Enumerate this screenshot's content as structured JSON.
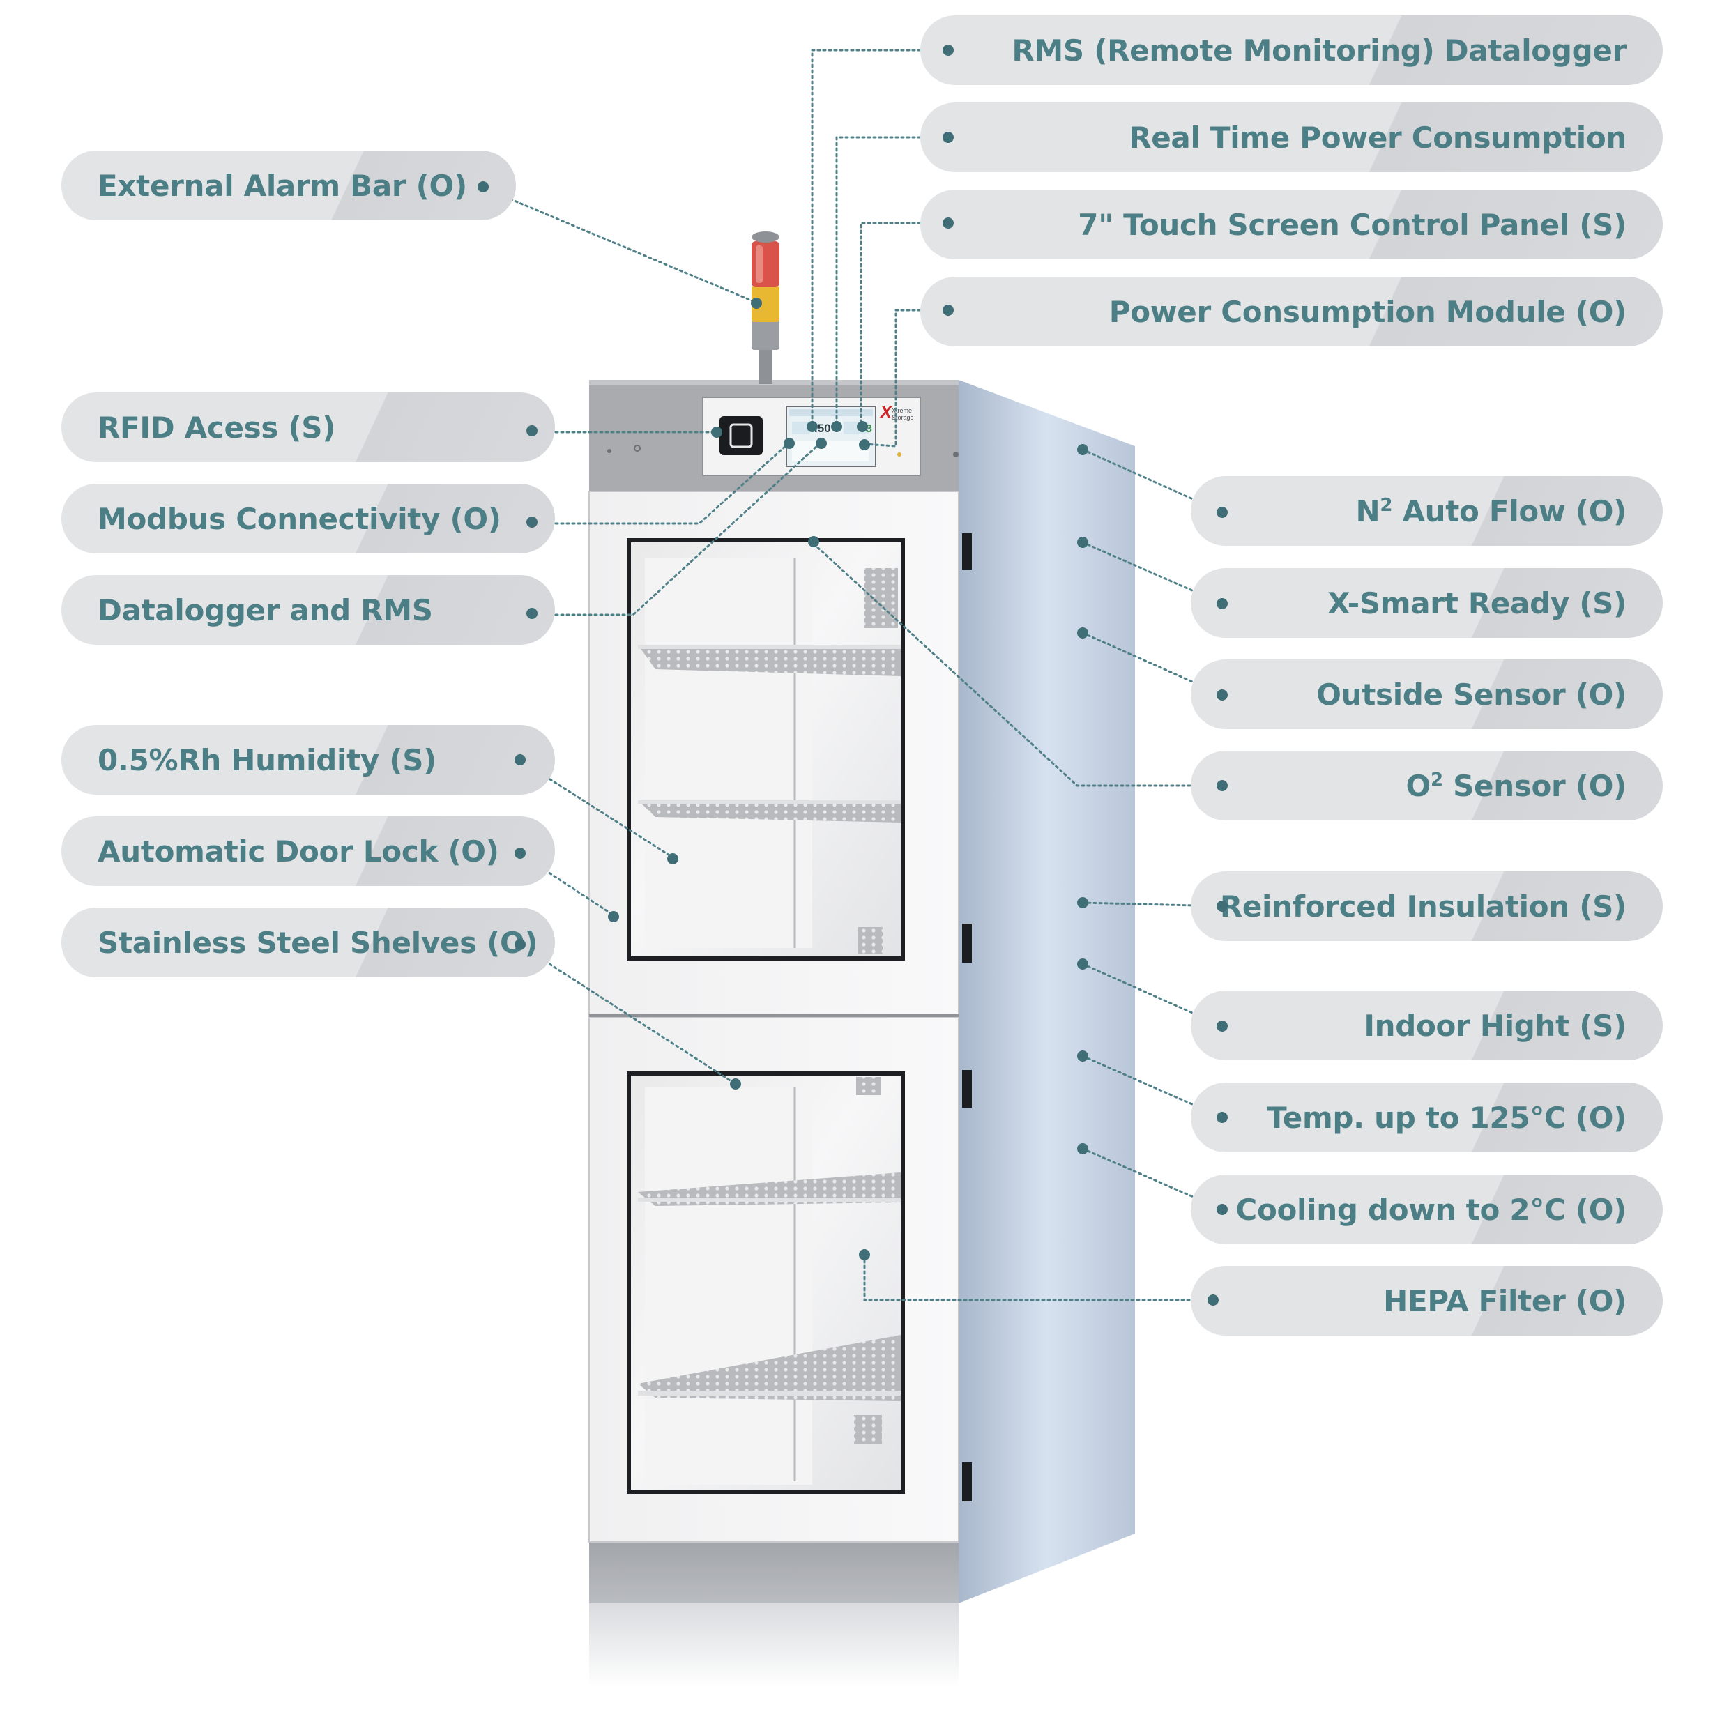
{
  "labels_left": [
    {
      "id": "external-alarm-bar",
      "text": "External Alarm Bar (O)"
    },
    {
      "id": "rfid-access",
      "text": "RFID Acess (S)"
    },
    {
      "id": "modbus-connectivity",
      "text": "Modbus Connectivity (O)"
    },
    {
      "id": "datalogger-rms",
      "text": "Datalogger and RMS"
    },
    {
      "id": "humidity",
      "text": "0.5%Rh Humidity (S)"
    },
    {
      "id": "automatic-door-lock",
      "text": "Automatic Door Lock (O)"
    },
    {
      "id": "stainless-steel-shelves",
      "text": "Stainless Steel Shelves (O)"
    }
  ],
  "labels_top_right": [
    {
      "id": "rms-datalogger",
      "text": "RMS (Remote Monitoring) Datalogger"
    },
    {
      "id": "real-time-power",
      "text": "Real Time Power Consumption"
    },
    {
      "id": "touch-screen-panel",
      "text": "7\" Touch Screen Control Panel (S)"
    },
    {
      "id": "power-consumption-module",
      "text": "Power Consumption Module (O)"
    }
  ],
  "labels_right": [
    {
      "id": "n2-auto-flow",
      "prefix": "N",
      "sup": "2",
      "suffix": " Auto Flow (O)"
    },
    {
      "id": "x-smart-ready",
      "text": "X-Smart Ready (S)"
    },
    {
      "id": "outside-sensor",
      "text": "Outside Sensor (O)"
    },
    {
      "id": "o2-sensor",
      "prefix": "O",
      "sup": "2",
      "suffix": " Sensor (O)"
    },
    {
      "id": "reinforced-insulation",
      "text": "Reinforced Insulation (S)"
    },
    {
      "id": "indoor-hight",
      "text": "Indoor Hight (S)"
    },
    {
      "id": "temp-125",
      "text": "Temp. up to 125°C (O)"
    },
    {
      "id": "cooling-2",
      "text": "Cooling down to 2°C (O)"
    },
    {
      "id": "hepa-filter",
      "text": "HEPA Filter (O)"
    }
  ],
  "panel": {
    "brand_x": "X",
    "brand_line1": "Xtreme",
    "brand_line2": "Storage",
    "screen_value": ".50",
    "screen_value2": "3"
  },
  "colors": {
    "label_text": "#4c7e86",
    "pill": "#e3e4e6",
    "leader": "#4f8088",
    "dot": "#3f6e76",
    "cabinet_side": "#b9c6d8",
    "cabinet_front": "#f4f5f6",
    "top_band": "#a9abae",
    "brand_red": "#d0262a"
  }
}
